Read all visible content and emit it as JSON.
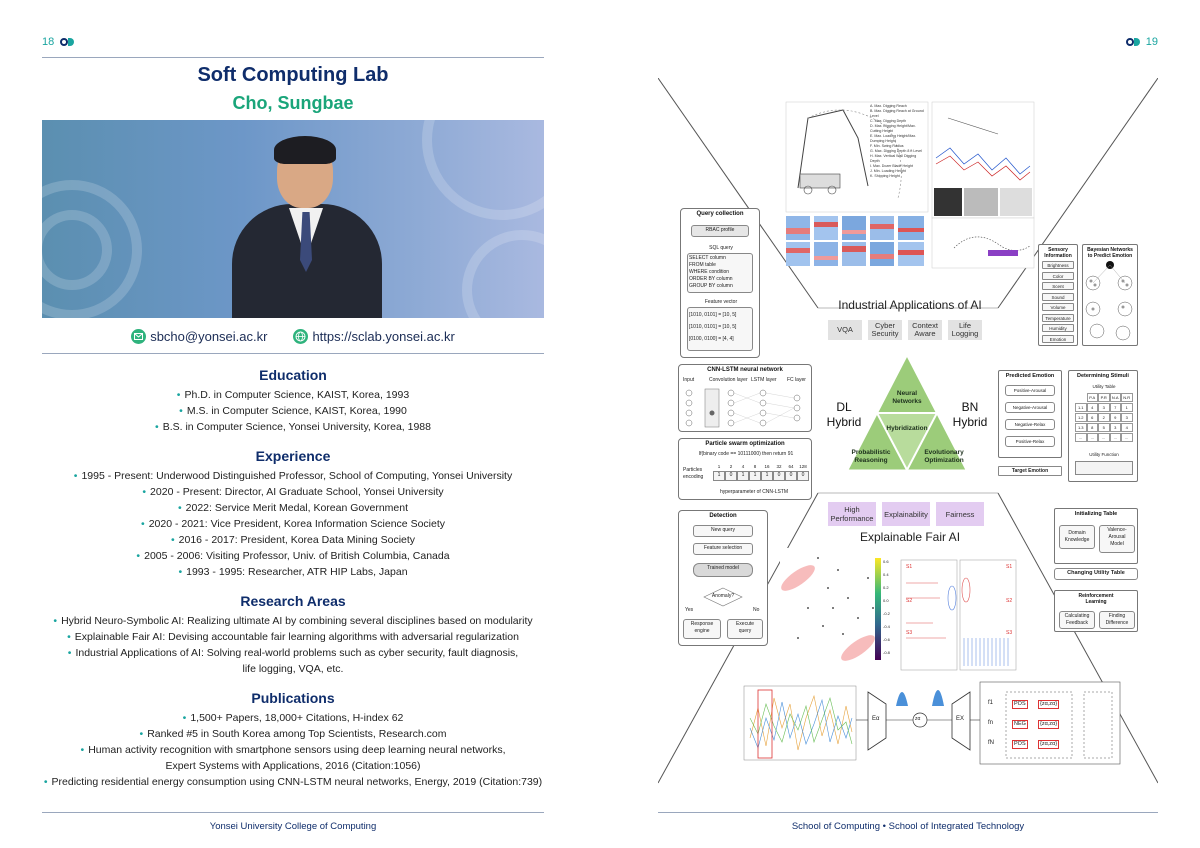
{
  "page_numbers": {
    "left": "18",
    "right": "19"
  },
  "lab": {
    "title": "Soft Computing Lab",
    "name": "Cho, Sungbae",
    "email": "sbcho@yonsei.ac.kr",
    "website": "https://sclab.yonsei.ac.kr"
  },
  "education": {
    "title": "Education",
    "items": [
      "Ph.D. in Computer Science, KAIST, Korea, 1993",
      "M.S. in Computer Science, KAIST, Korea, 1990",
      "B.S. in Computer Science, Yonsei University, Korea, 1988"
    ]
  },
  "experience": {
    "title": "Experience",
    "items": [
      "1995 - Present: Underwood Distinguished Professor, School of Computing, Yonsei University",
      "2020 - Present: Director, AI Graduate School, Yonsei University",
      "2022: Service Merit Medal, Korean Government",
      "2020 - 2021: Vice President, Korea Information Science Society",
      "2016 - 2017: President, Korea Data Mining Society",
      "2005 - 2006: Visiting Professor, Univ. of British Columbia, Canada",
      "1993 - 1995: Researcher, ATR HIP Labs, Japan"
    ]
  },
  "research": {
    "title": "Research Areas",
    "items": [
      "Hybrid Neuro-Symbolic AI: Realizing ultimate AI by combining several disciplines based on modularity",
      "Explainable Fair AI: Devising accountable fair learning algorithms with adversarial regularization",
      "Industrial Applications of AI: Solving real-world problems such as cyber security, fault diagnosis,",
      "life logging, VQA, etc."
    ]
  },
  "publications": {
    "title": "Publications",
    "items": [
      "1,500+ Papers, 18,000+ Citations, H-index 62",
      "Ranked #5 in South Korea among Top Scientists, Research.com",
      "Human activity recognition with smartphone sensors using deep learning neural networks,",
      "Expert Systems with Applications, 2016 (Citation:1056)",
      "Predicting residential energy consumption using CNN-LSTM neural networks, Energy, 2019 (Citation:739)"
    ]
  },
  "footers": {
    "left": "Yonsei University College of Computing",
    "right": "School of Computing • School of Integrated Technology"
  },
  "diagram": {
    "industrial_title": "Industrial Applications of AI",
    "industrial_tags": [
      "VQA",
      "Cyber\nSecurity",
      "Context\nAware",
      "Life\nLogging"
    ],
    "dl_hybrid": "DL\nHybrid",
    "bn_hybrid": "BN\nHybrid",
    "triangle": {
      "top": "Neural\nNetworks",
      "center": "Hybridization",
      "left": "Probabilistic\nReasoning",
      "right": "Evolutionary\nOptimization"
    },
    "xai_title": "Explainable Fair AI",
    "xai_tags": [
      "High\nPerformance",
      "Explainability",
      "Fairness"
    ],
    "query_panel": {
      "title": "Query collection",
      "rbac": "RBAC profile",
      "sql_title": "SQL query",
      "sql": "SELECT column\nFROM table\nWHERE condition\nORDER BY column\nGROUP BY column",
      "fv_title": "Feature vector",
      "fv": "[1010, 0101] = [10, 5]\n[1010, 0101] = [10, 5]\n[0100, 0100] = [4, 4]"
    },
    "cnn_panel": {
      "title": "CNN-LSTM neural network",
      "layers": [
        "Input",
        "Convolution layer",
        "LSTM layer",
        "FC layer"
      ]
    },
    "pso_panel": {
      "title": "Particle swarm optimization",
      "rule": "If(binary code == 10111000) then return 91",
      "encoding": "Particles\nencoding",
      "caption": "hyperparameter of CNN-LSTM",
      "bits_header": [
        "1",
        "2",
        "4",
        "8",
        "16",
        "32",
        "64",
        "128"
      ],
      "bits": [
        "1",
        "0",
        "1",
        "1",
        "1",
        "0",
        "0",
        "0"
      ]
    },
    "detection_panel": {
      "title": "Detection",
      "steps": [
        "New query",
        "Feature selection",
        "Trained model",
        "Anomaly?"
      ],
      "yes": "Yes",
      "no": "No",
      "response": "Response\nengine",
      "execute": "Execute\nquery"
    },
    "sensory_panel": {
      "title": "Sensory\nInformation",
      "items": [
        "Brightness",
        "Color",
        "Scent",
        "Sound",
        "Volume",
        "Temperature",
        "Humidity",
        "Emotion"
      ]
    },
    "bayes_panel": {
      "title": "Bayesian Networks\nto Predict Emotion"
    },
    "predicted_panel": {
      "title": "Predicted Emotion",
      "items": [
        "Positive-Arousal",
        "Negative-Arousal",
        "Negative-Relax",
        "Positive-Relax"
      ]
    },
    "target_emotion": "Target Emotion",
    "stimuli_panel": {
      "title": "Determining Stimuli",
      "utility_table": "Utility Table",
      "utility_function": "Utility Function",
      "headers": [
        "P.A",
        "P.R",
        "N.A",
        "N.R"
      ],
      "row_labels": [
        "1.1",
        "1.2",
        "1.3",
        "..."
      ],
      "rows": [
        [
          "4",
          "3",
          "7",
          "1"
        ],
        [
          "6",
          "2",
          "9",
          "3"
        ],
        [
          "8",
          "5",
          "3",
          "4"
        ],
        [
          "...",
          "...",
          "...",
          "..."
        ]
      ]
    },
    "init_panel": {
      "title": "Initializing Table",
      "items": [
        "Domain\nKnowledge",
        "Valence-\nArousal\nModel"
      ]
    },
    "changing_table": "Changing Utility Table",
    "rl_panel": {
      "title": "Reinforcement\nLearning",
      "items": [
        "Calculating\nFeedback",
        "Finding\nDifference"
      ]
    },
    "excavator_labels": [
      "A. Max. Digging Reach",
      "B. Max. Digging Reach at Ground Level",
      "C. Max. Digging Depth",
      "D. Max. Digging Height/Max. Cutting Height",
      "E. Max. Loading Height/Max. Dumping Height",
      "F. Min. Swing Radius",
      "G. Max. Digging Depth 8 ft Level",
      "H. Max. Vertical Wall Digging Depth",
      "I. Max. Dozer Blade Height",
      "J. Min. Loading Height",
      "K. Shipping Height"
    ],
    "scatter_labels": [
      "S1",
      "S2",
      "S3"
    ],
    "colorbar_ticks": [
      "0.6",
      "0.4",
      "0.2",
      "0.0",
      "-0.2",
      "-0.4",
      "-0.6",
      "-0.8"
    ],
    "formula_nodes": {
      "encoder": "Eα",
      "decoder": "EX",
      "z": "zα"
    },
    "formula_table": {
      "rows": [
        [
          "POS",
          "{zα,zα}"
        ],
        [
          "NEG",
          "{zα,zα}"
        ],
        [
          "POS",
          "{zα,zα}"
        ]
      ],
      "labels": [
        "f1",
        "fn",
        "fN"
      ]
    }
  },
  "colors": {
    "navy": "#0f2d6b",
    "teal": "#1aa5a0",
    "green": "#1aa57a",
    "triangle_green": "#9ccc7a",
    "purple_tag": "#e3ccf1"
  }
}
